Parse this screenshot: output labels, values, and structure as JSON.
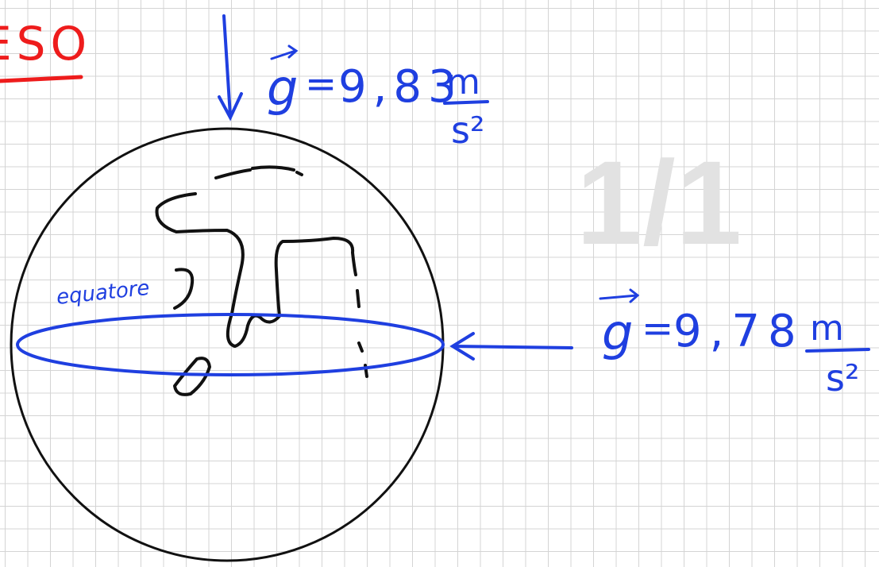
{
  "heading": {
    "text": "ESO"
  },
  "page_counter": "1/1",
  "pole_label": {
    "symbol": "g",
    "equals": "=",
    "value": "9,83",
    "unit_numerator": "m",
    "unit_denominator": "s²"
  },
  "equator_label": {
    "symbol": "g",
    "equals": "=",
    "value": "9,78",
    "unit_numerator": "m",
    "unit_denominator": "s²"
  },
  "equator_word": "equatore",
  "colors": {
    "blue_ink": "#1f3fe0",
    "red_ink": "#ee1c1c",
    "black_ink": "#111111",
    "grid": "#d4d4d4",
    "watermark": "#e2e2e2"
  }
}
